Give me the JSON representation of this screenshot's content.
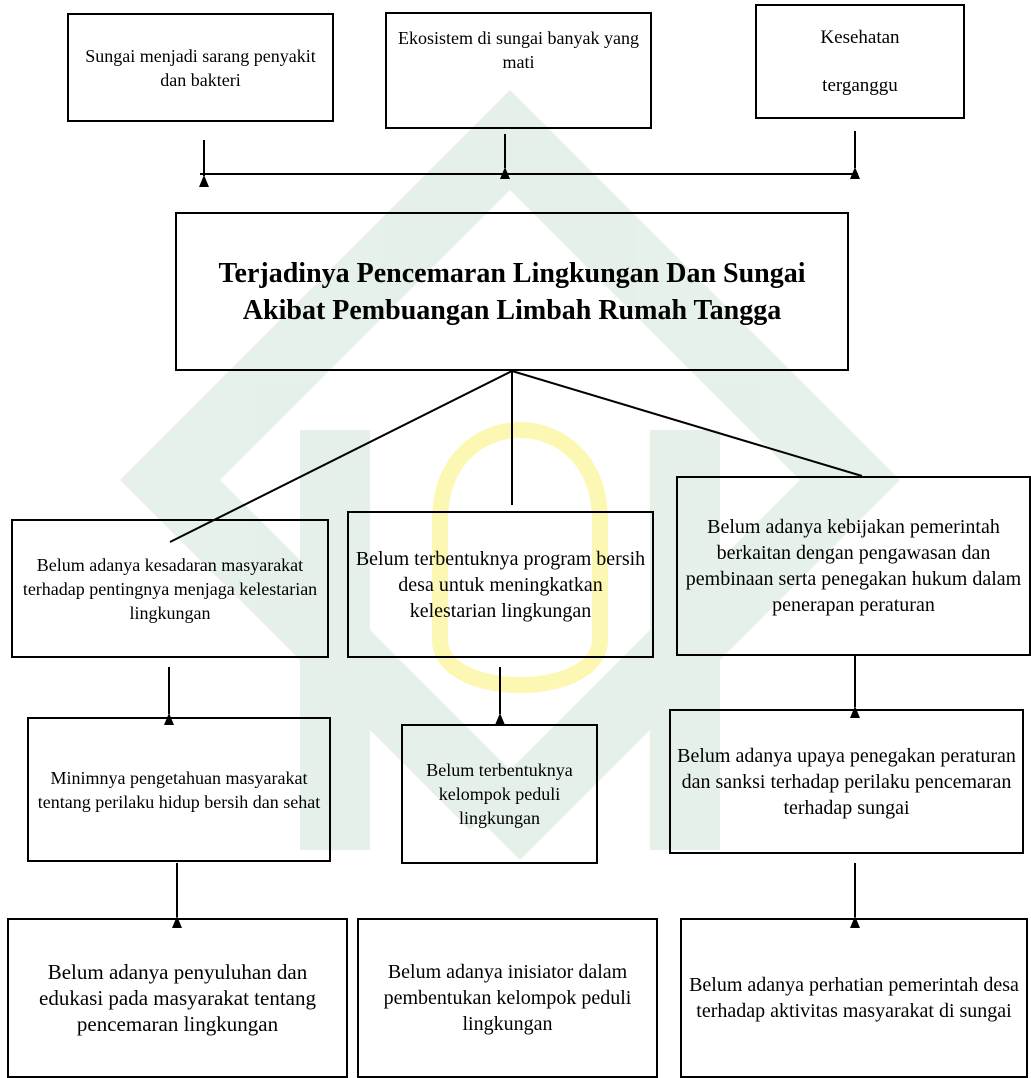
{
  "colors": {
    "line": "#000000",
    "watermark_green": "#3f8f5b",
    "watermark_yellow": "#f6e600"
  },
  "top_effects": {
    "effect_1": "Sungai menjadi sarang penyakit dan bakteri",
    "effect_2": "Ekosistem di sungai banyak yang mati",
    "effect_3_line1": "Kesehatan",
    "effect_3_line2": "terganggu"
  },
  "main_problem": "Terjadinya Pencemaran Lingkungan Dan Sungai Akibat Pembuangan Limbah Rumah Tangga",
  "level1": {
    "left": "Belum adanya kesadaran masyarakat terhadap pentingnya menjaga kelestarian lingkungan",
    "center": "Belum terbentuknya program bersih desa untuk meningkatkan kelestarian lingkungan",
    "right": "Belum adanya kebijakan pemerintah berkaitan dengan pengawasan dan pembinaan serta penegakan hukum dalam penerapan peraturan"
  },
  "level2": {
    "left": "Minimnya pengetahuan masyarakat tentang perilaku hidup bersih dan sehat",
    "center": "Belum terbentuknya kelompok peduli lingkungan",
    "right": "Belum adanya upaya penegakan peraturan dan sanksi terhadap perilaku pencemaran terhadap sungai"
  },
  "level3": {
    "left": "Belum adanya penyuluhan dan edukasi pada masyarakat tentang pencemaran lingkungan",
    "center": "Belum adanya inisiator dalam pembentukan kelompok peduli lingkungan",
    "right": "Belum adanya perhatian pemerintah desa terhadap aktivitas masyarakat di sungai"
  }
}
